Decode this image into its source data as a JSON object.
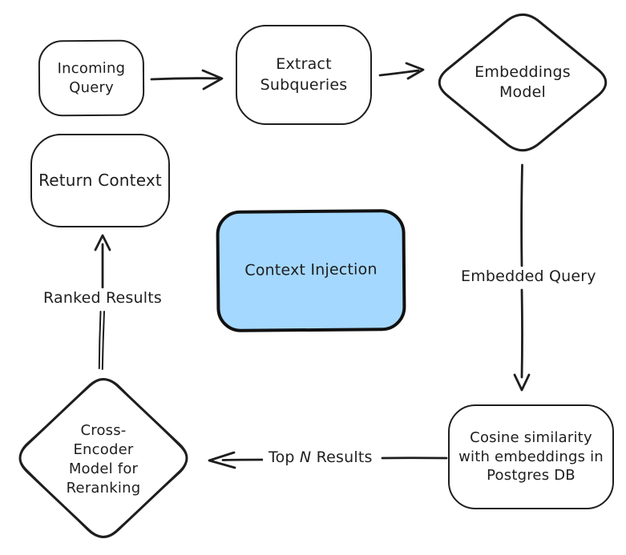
{
  "diagram": {
    "kind": "flowchart",
    "style": "hand-drawn",
    "colors": {
      "stroke": "#1e1e1e",
      "node_fill": "#ffffff",
      "highlight_fill": "#a5d8ff",
      "canvas_background": "#ffffff"
    },
    "nodes": {
      "incoming_query": {
        "label": "Incoming\nQuery",
        "shape": "rounded-rectangle"
      },
      "extract_subqueries": {
        "label": "Extract\nSubqueries",
        "shape": "rounded-rectangle"
      },
      "embeddings_model": {
        "label": "Embeddings\nModel",
        "shape": "diamond"
      },
      "return_context": {
        "label": "Return Context",
        "shape": "rounded-rectangle"
      },
      "context_injection": {
        "label": "Context Injection",
        "shape": "rounded-rectangle",
        "fill": "#a5d8ff"
      },
      "cosine_similarity": {
        "label": "Cosine similarity\nwith embeddings in\nPostgres DB",
        "shape": "rounded-rectangle"
      },
      "cross_encoder": {
        "label": "Cross-\nEncoder\nModel for\nReranking",
        "shape": "diamond"
      }
    },
    "connections": [
      {
        "from": "incoming_query",
        "to": "extract_subqueries",
        "label": ""
      },
      {
        "from": "extract_subqueries",
        "to": "embeddings_model",
        "label": ""
      },
      {
        "from": "embeddings_model",
        "to": "cosine_similarity",
        "label": "Embedded Query"
      },
      {
        "from": "cosine_similarity",
        "to": "cross_encoder",
        "label": "Top N Results",
        "label_parts": [
          "Top ",
          "N",
          " Results"
        ]
      },
      {
        "from": "cross_encoder",
        "to": "return_context",
        "label": "Ranked Results"
      }
    ]
  }
}
